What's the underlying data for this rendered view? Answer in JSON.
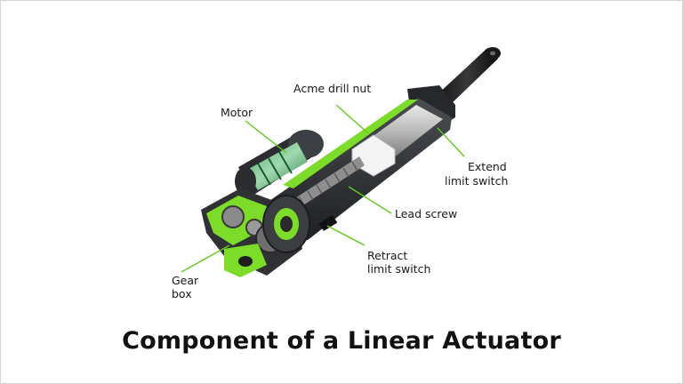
{
  "colors": {
    "accent_green": "#7ddc2a",
    "leader_line": "#62c81e",
    "body_dark": "#2a2c30",
    "caption_text": "#111111"
  },
  "labels": {
    "acme_drill_nut": "Acme drill nut",
    "motor": "Motor",
    "extend_switch_line1": "Extend",
    "extend_switch_line2": "limit switch",
    "lead_screw": "Lead screw",
    "retract_switch_line1": "Retract",
    "retract_switch_line2": "limit switch",
    "gear_box_line1": "Gear",
    "gear_box_line2": "box"
  },
  "caption": "Component of a Linear Actuator"
}
